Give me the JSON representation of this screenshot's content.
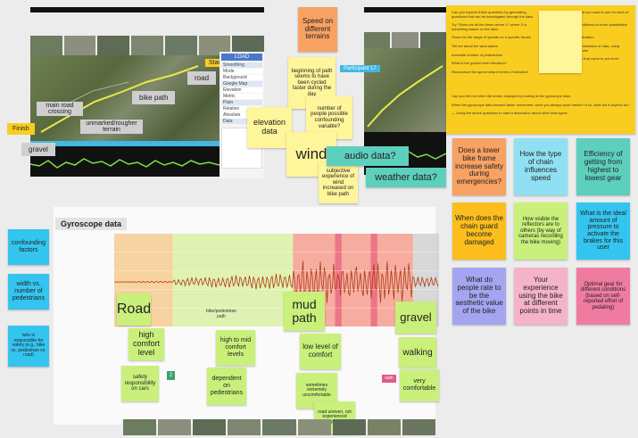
{
  "colors": {
    "canvas": "#ececec",
    "map_green": "#5e7347",
    "yellow_note": "#fff59b",
    "green_note": "#c9f07a",
    "blue_note": "#33c5f0",
    "orange_note": "#f7a163",
    "gold_panel": "#f9cd1f"
  },
  "map_labels": {
    "start": "Start",
    "finish": "Finish",
    "road": "road",
    "bike_path": "bike path",
    "main_road_crossing": "main road crossing",
    "unmarked_terrain": "unmarked/rougher terrain",
    "gravel": "gravel",
    "participant": "Participant 17"
  },
  "settings_panel": {
    "load": "LOAD",
    "rows": [
      "Smoothing",
      "Mode",
      "Background",
      "Google Map",
      "Elevation",
      "Metric",
      "Plain",
      "Relative",
      "Absolute",
      "Data"
    ]
  },
  "notes_top": {
    "speed_terrains": "Speed on different terrains",
    "beginning_path": "beginning of path seems to have been cycled faster during the day",
    "elevation_data": "elevation data",
    "number_people": "number of people possible confounding variable?",
    "wind": "wind",
    "audio_data": "audio data?",
    "weather_data": "weather data?",
    "subjective_wind": "subjective experience of wind increased on bike path"
  },
  "gold_panel": {
    "left_lines": [
      "Can you explore these questions by generating questions that can be investigated through the data.",
      "Try \"Show me all the times where X\" where X is something based on the data.",
      "Show me the range of speeds on a specific terrain",
      "Tell me about the wind speed",
      "Annotate number of pedestrians",
      "What is the ground truth elevation?",
      "Reconstruct the speed data in terms of elevation"
    ],
    "right_lines": [
      "What kind of graph would you want to see for each of these?",
      "variation on different conditions for more quantitative data",
      "standard normal bias, elevation",
      "Numeric to human: segmentation of data, using quantitative data as a probe",
      "Are there new questions that come to you from looking at the data?"
    ],
    "bottom_lines": [
      "Can you tell me when the terrain changed by looking at the gyroscope data.",
      "When the gyroscope data showed faster movement, were you always cycle harder? If so, what did it depend on?",
      "— Using the above questions to start a discussion about other data types"
    ]
  },
  "question_notes": [
    "Does a lower bike frame increase safety during emergencies?",
    "How the type of chain influences speed",
    "Efficiency of getting from highest to lowest gear",
    "When does the chain guard become damaged",
    "How visible the reflectors are to others (by way of cameras recording the bike moving)",
    "What is the ideal amount of pressure to activate the brakes for this user",
    "What do people rate to be the aesthetic value of the bike",
    "Your experience using the bike at different points in time",
    "Optimal gear for different conditions (based on self-reported effort of pedaling)"
  ],
  "left_notes": {
    "confounding": "confounding factors",
    "width_pedestrians": "width vs. number of pedestrians",
    "responsible": "who is responsible for safety (e.g., bike vs. pedestrian vs. road)"
  },
  "gyro": {
    "title": "Gyroscope data",
    "bikeped_label": "bike/pedestrian path",
    "segments": [
      {
        "label": "Road",
        "color": "#f5c98a",
        "start": 0.0,
        "end": 0.18
      },
      {
        "label": "bike/pedestrian path",
        "color": "#d9f0a0",
        "start": 0.18,
        "end": 0.55
      },
      {
        "label": "mud path",
        "color": "#f59a8a",
        "start": 0.55,
        "end": 0.92
      },
      {
        "label": "gravel",
        "color": "#cfcfcf",
        "start": 0.92,
        "end": 1.0
      }
    ],
    "notes": {
      "road": "Road",
      "high_comfort": "high comfort level",
      "safety_resp": "safety responsibility on cars",
      "high_mid": "high to mid comfort levels",
      "dependent": "dependent on pedestrians",
      "mud_path": "mud path",
      "low_comfort": "low level of comfort",
      "uncomfortable": "sometimes extremely uncomfortable",
      "uneven": "road uneven, not experienced cyclist",
      "gravel": "gravel",
      "walking": "walking",
      "very_comfortable": "very comfortable",
      "tag_green": "2",
      "tag_pink": "sum"
    }
  }
}
